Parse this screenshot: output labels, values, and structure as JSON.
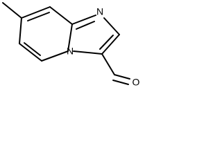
{
  "molecule": {
    "atoms": {
      "ring_nitrogen": "N",
      "bridge_nitrogen": "N",
      "carbonyl_oxygen": "O"
    }
  }
}
